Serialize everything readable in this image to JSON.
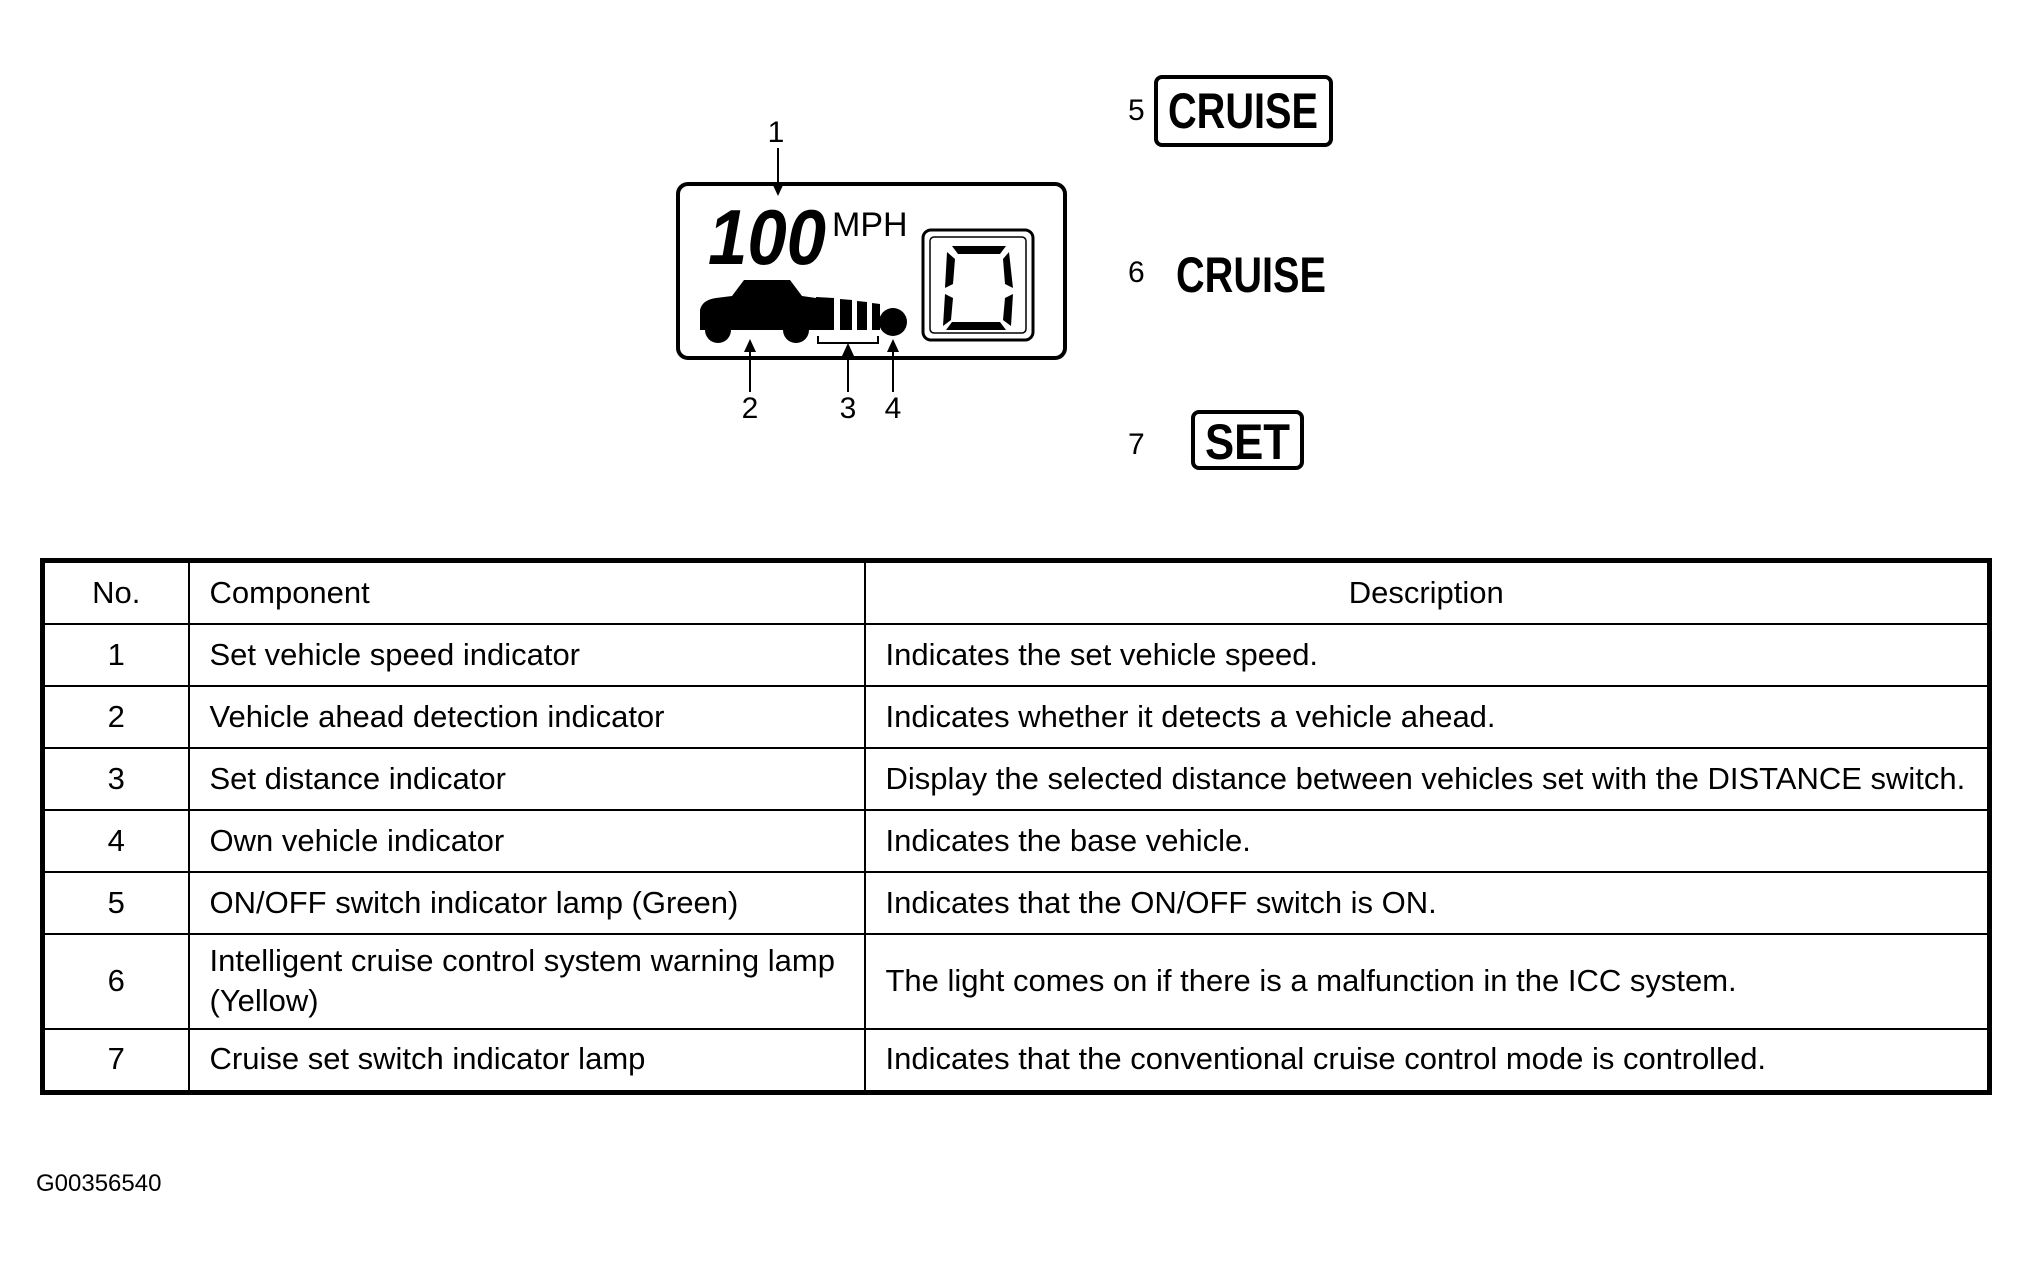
{
  "display": {
    "speed_value": "100",
    "speed_unit": "MPH",
    "gear_digit": "0",
    "callouts": [
      "1",
      "2",
      "3",
      "4"
    ]
  },
  "lamps": [
    {
      "number": "5",
      "label": "CRUISE",
      "boxed": true
    },
    {
      "number": "6",
      "label": "CRUISE",
      "boxed": false
    },
    {
      "number": "7",
      "label": "SET",
      "boxed": true
    }
  ],
  "table": {
    "headers": [
      "No.",
      "Component",
      "Description"
    ],
    "rows": [
      {
        "no": "1",
        "component": "Set vehicle speed indicator",
        "description": "Indicates the set vehicle speed."
      },
      {
        "no": "2",
        "component": "Vehicle ahead detection indicator",
        "description": "Indicates whether it detects a vehicle ahead."
      },
      {
        "no": "3",
        "component": "Set distance indicator",
        "description": "Display the selected distance between vehicles set with the DISTANCE switch."
      },
      {
        "no": "4",
        "component": "Own vehicle indicator",
        "description": "Indicates the base vehicle."
      },
      {
        "no": "5",
        "component": "ON/OFF switch indicator lamp (Green)",
        "description": "Indicates that the ON/OFF switch is ON."
      },
      {
        "no": "6",
        "component": "Intelligent cruise control system warning lamp (Yellow)",
        "description": "The light comes on if there is a malfunction in the ICC system."
      },
      {
        "no": "7",
        "component": "Cruise set switch indicator lamp",
        "description": "Indicates that the conventional cruise control mode is controlled."
      }
    ]
  },
  "figure_id": "G00356540"
}
